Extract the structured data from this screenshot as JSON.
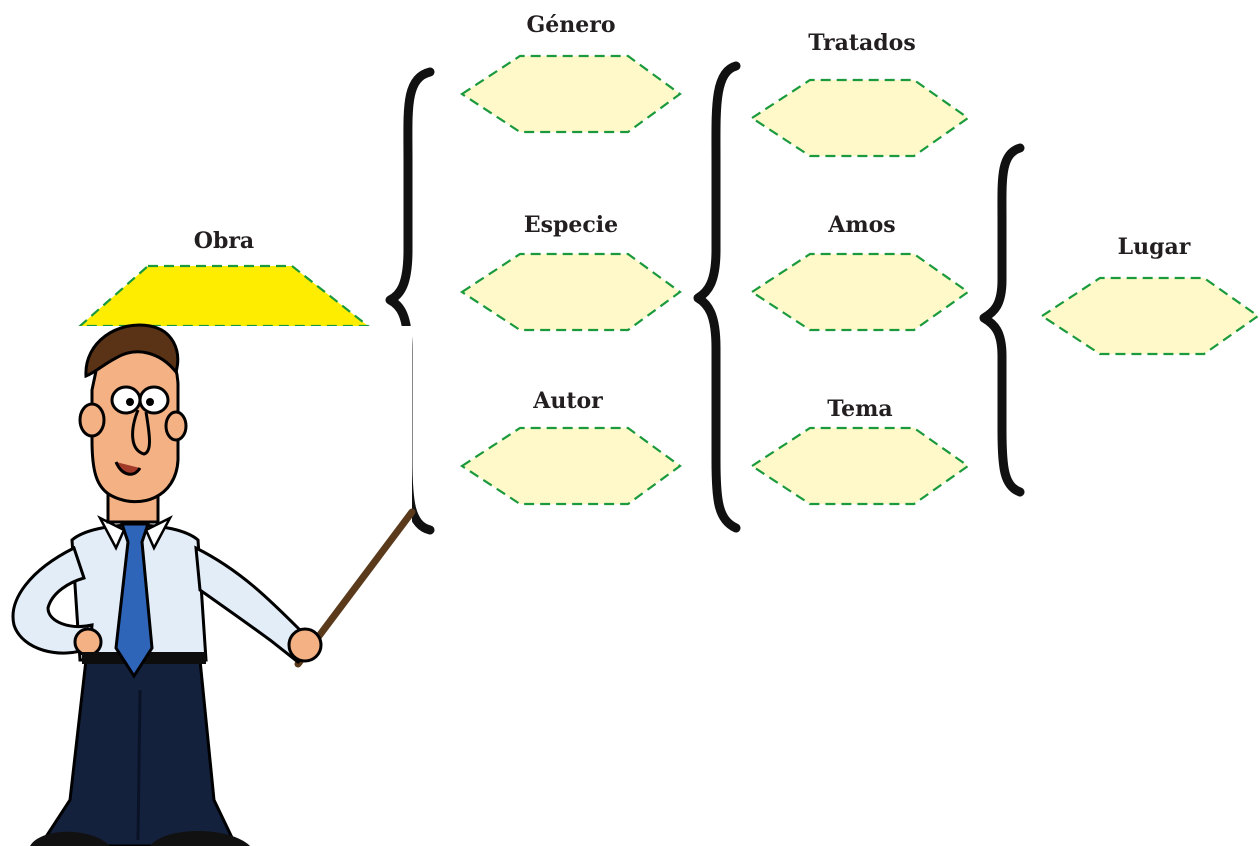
{
  "labels": {
    "obra": "Obra",
    "genero": "Género",
    "especie": "Especie",
    "autor": "Autor",
    "tratados": "Tratados",
    "amos": "Amos",
    "tema": "Tema",
    "lugar": "Lugar"
  },
  "colors": {
    "hexagon_fill": "#fff9c9",
    "dashed_border": "#1a9a3c",
    "trapezoid_fill": "#ffed00",
    "brace": "#111111"
  },
  "illustration": {
    "description_icon": "teacher-with-pointer-icon"
  }
}
